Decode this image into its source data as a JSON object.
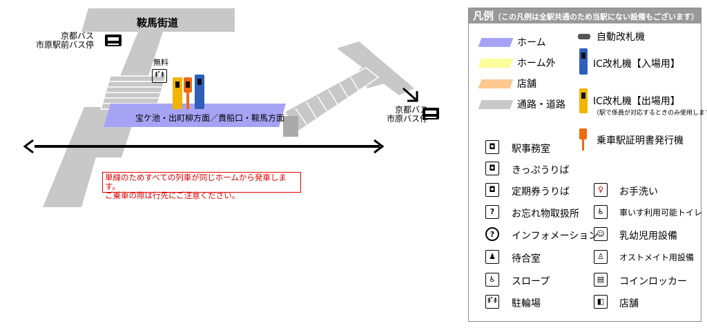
{
  "map": {
    "road": "鞍馬街道",
    "bus_stop_front": [
      "京都バス",
      "市原駅前バス停"
    ],
    "bus_stop": [
      "京都バス",
      "市原バス停"
    ],
    "bicycle_label": "無料",
    "platform_label": "宝ケ池・出町柳方面／貴船口・鞍馬方面",
    "notice": [
      "単線のためすべての列車が同じホームから発車します。",
      "ご乗車の際は行先にご注意ください。"
    ]
  },
  "legend": {
    "title": "凡例",
    "title_note": "（この凡例は全駅共通のため当駅にない設備もございます）",
    "areas": [
      {
        "label": "ホーム",
        "color": "#a6a3f5"
      },
      {
        "label": "ホーム外",
        "color": "#fbfc9a"
      },
      {
        "label": "店舗",
        "color": "#fdc890"
      },
      {
        "label": "通路・道路",
        "color": "#c8c8c8"
      }
    ],
    "gates": {
      "auto": "自動改札機",
      "ic_in": "IC改札機【入場用】",
      "ic_out": "IC改札機【出場用】",
      "ic_out_note": "（駅で係員が対応するときのみ使用します）",
      "certificate": "乗車駅証明書発行機"
    },
    "facilities_left": [
      {
        "label": "駅事務室",
        "icon": "station-office-icon"
      },
      {
        "label": "きっぷうりば",
        "icon": "ticket-office-icon"
      },
      {
        "label": "定期券うりば",
        "icon": "commuter-pass-office-icon"
      },
      {
        "label": "お忘れ物取扱所",
        "icon": "lost-and-found-icon"
      },
      {
        "label": "インフォメーション",
        "icon": "information-icon"
      },
      {
        "label": "待合室",
        "icon": "waiting-room-icon"
      },
      {
        "label": "スロープ",
        "icon": "slope-icon"
      },
      {
        "label": "駐輪場",
        "icon": "bicycle-parking-icon"
      }
    ],
    "facilities_right": [
      {
        "label": "お手洗い",
        "icon": "restroom-icon"
      },
      {
        "label": "車いす利用可能トイレ",
        "icon": "accessible-toilet-icon"
      },
      {
        "label": "乳幼児用設備",
        "icon": "baby-care-icon"
      },
      {
        "label": "オストメイト用設備",
        "icon": "ostomate-icon"
      },
      {
        "label": "コインロッカー",
        "icon": "coin-locker-icon"
      },
      {
        "label": "店舗",
        "icon": "shop-icon"
      }
    ]
  }
}
